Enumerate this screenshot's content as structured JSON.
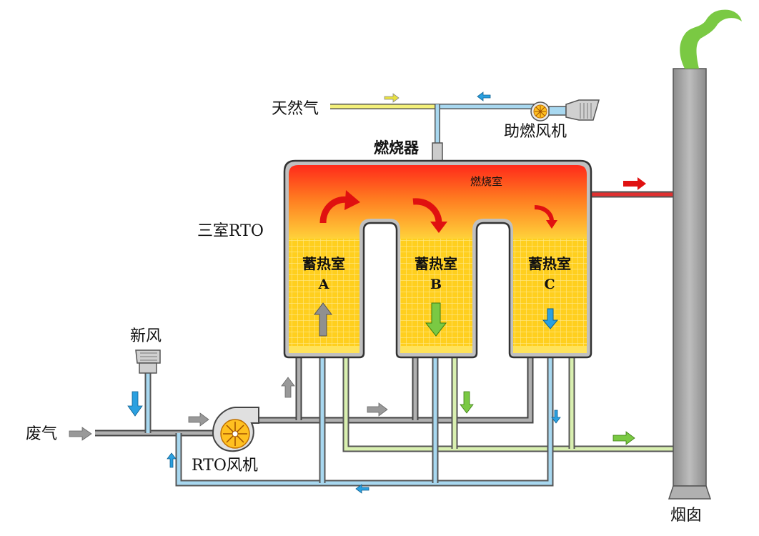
{
  "labels": {
    "natural_gas": "天然气",
    "burner": "燃烧器",
    "combustion_fan": "助燃风机",
    "combustion_chamber": "燃烧室",
    "rto": "三室RTO",
    "fresh_air": "新风",
    "waste_gas": "废气",
    "rto_fan": "RTO风机",
    "chimney": "烟囱"
  },
  "chambers": [
    {
      "name": "蓄热室",
      "letter": "A"
    },
    {
      "name": "蓄热室",
      "letter": "B"
    },
    {
      "name": "蓄热室",
      "letter": "C"
    }
  ],
  "colors": {
    "gas_line": "#f3f07a",
    "air_line": "#a8d8f0",
    "exhaust_line": "#d9f0b0",
    "gray_line": "#9a9a9a",
    "hot_line": "#e03030",
    "chimney": "#a0a0a0",
    "smoke": "#7ac943"
  }
}
